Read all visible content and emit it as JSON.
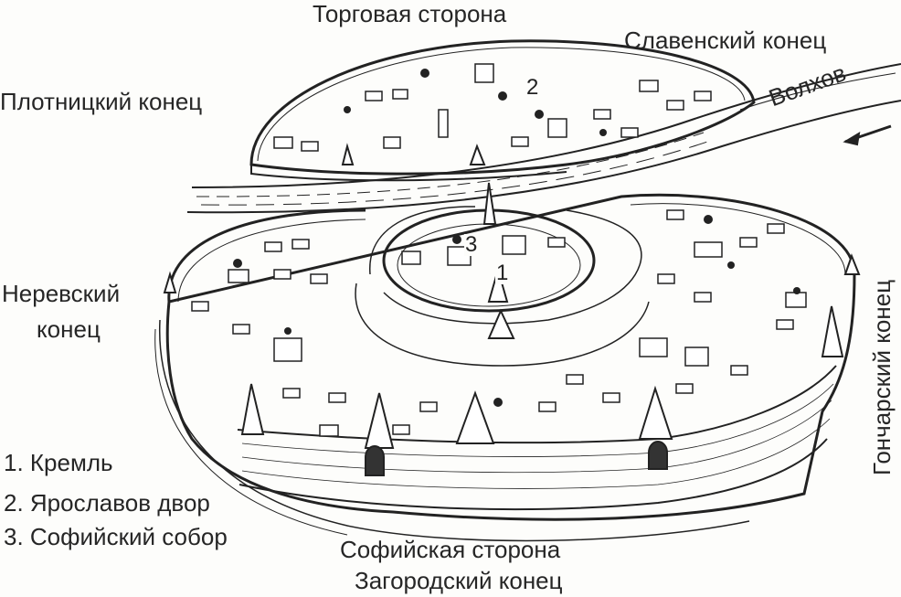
{
  "labels": {
    "torgovaya": "Торговая сторона",
    "slavensky": "Славенский конец",
    "plotnitsky": "Плотницкий конец",
    "volkhov": "Волхов",
    "nerevsky_1": "Неревский",
    "nerevsky_2": "конец",
    "goncharsky": "Гончарский конец",
    "sofiyskaya": "Софийская сторона",
    "zagorodsky": "Загородский конец"
  },
  "markers": [
    "1",
    "2",
    "3"
  ],
  "legend": [
    "1. Кремль",
    "2. Ярославов двор",
    "3. Софийский собор"
  ]
}
